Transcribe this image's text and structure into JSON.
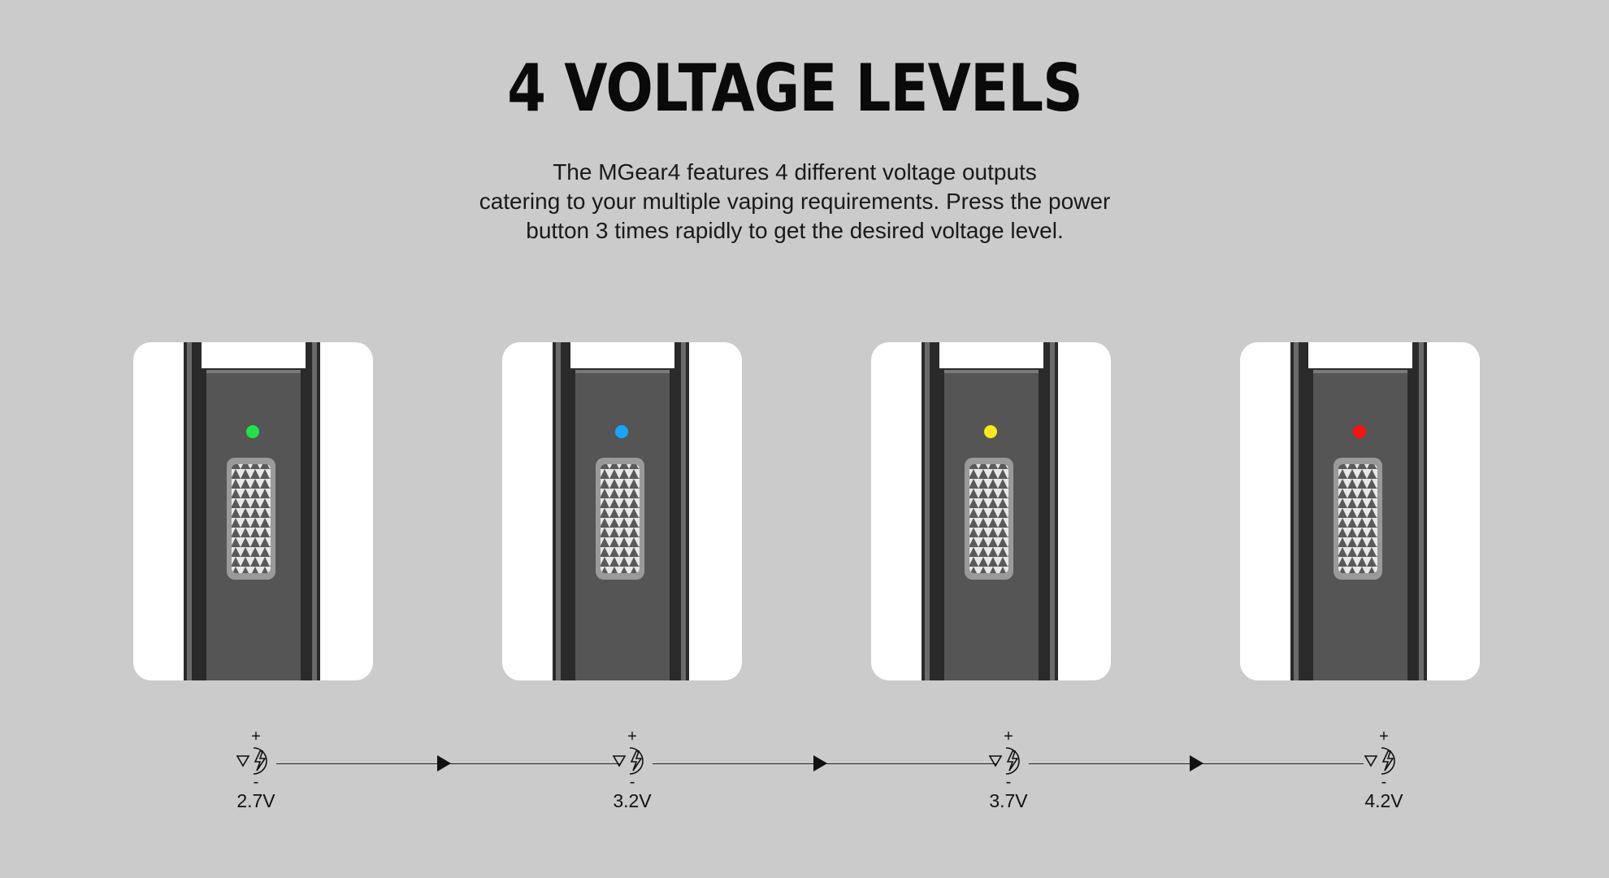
{
  "page": {
    "title": "4 VOLTAGE LEVELS",
    "description_lines": [
      "The MGear4 features 4 different voltage outputs",
      "catering to your multiple vaping requirements. Press the power",
      "button 3 times rapidly to get the desired voltage level."
    ]
  },
  "levels": [
    {
      "voltage": "2.7V",
      "led_color": "#1fe34a",
      "plus": "+",
      "minus": "-"
    },
    {
      "voltage": "3.2V",
      "led_color": "#17a6ff",
      "plus": "+",
      "minus": "-"
    },
    {
      "voltage": "3.7V",
      "led_color": "#ffe814",
      "plus": "+",
      "minus": "-"
    },
    {
      "voltage": "4.2V",
      "led_color": "#ff1010",
      "plus": "+",
      "minus": "-"
    }
  ],
  "icons": {
    "level_icon": "battery-voltage-icon",
    "arrow": "arrow-right-icon"
  }
}
